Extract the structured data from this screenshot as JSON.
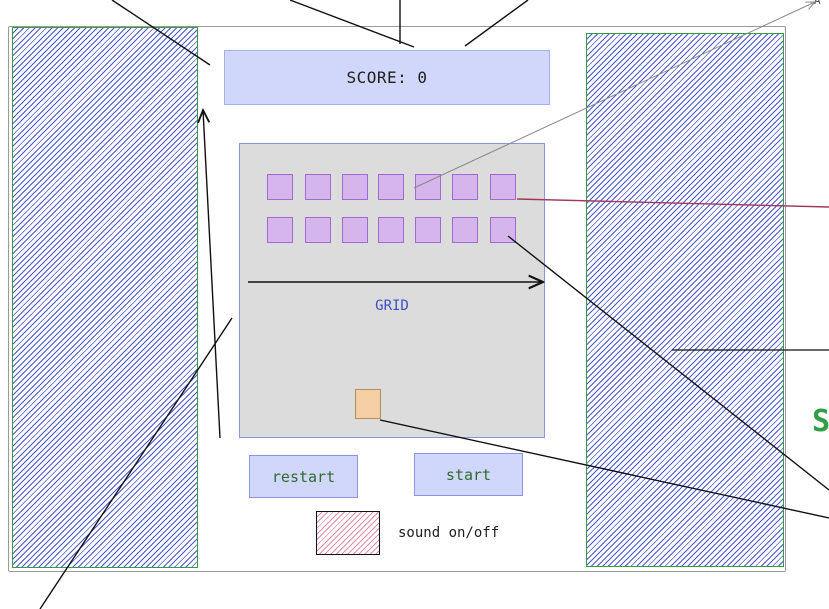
{
  "score": {
    "text": "SCORE: 0"
  },
  "grid": {
    "label": "GRID"
  },
  "buttons": {
    "restart": "restart",
    "start": "start"
  },
  "sound": {
    "label": "sound on/off"
  },
  "clipped": {
    "top_right_text": "A",
    "right_green_text": "S"
  },
  "colors": {
    "panel_stroke": "#2f9e44",
    "panel_hatch": "#4a55d0",
    "box_fill": "#d0d7fa",
    "brick_fill": "#d6b4ec",
    "paddle_fill": "#f5cfa3",
    "sound_hatch": "#e38ea4",
    "grid_fill": "#dcdcdc",
    "red_line": "#a0375c"
  },
  "bricks": {
    "rows": 2,
    "per_row": 7
  }
}
